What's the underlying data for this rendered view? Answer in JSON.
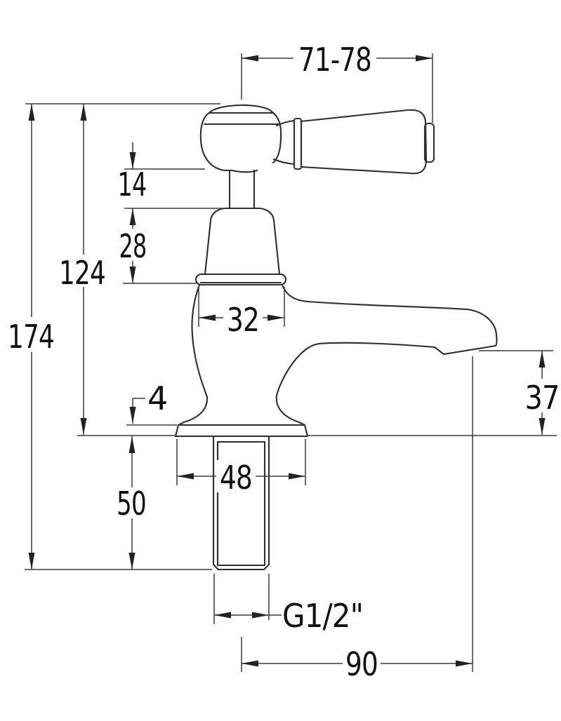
{
  "figure": {
    "kind": "technical-dimension-drawing",
    "subject": "basin pillar tap side elevation",
    "line_color": "#2e2e2e",
    "background": "#ffffff"
  },
  "dimensions": {
    "handle_width_range": "71-78",
    "overall_height": "174",
    "deck_to_handle_height": "124",
    "handle_clearance": "14",
    "headwork_height": "28",
    "body_width": "32",
    "spout_outlet_height": "37",
    "base_thickness": "4",
    "tail_length": "50",
    "base_width": "48",
    "thread_size": "G1/2\"",
    "spout_reach": "90"
  }
}
